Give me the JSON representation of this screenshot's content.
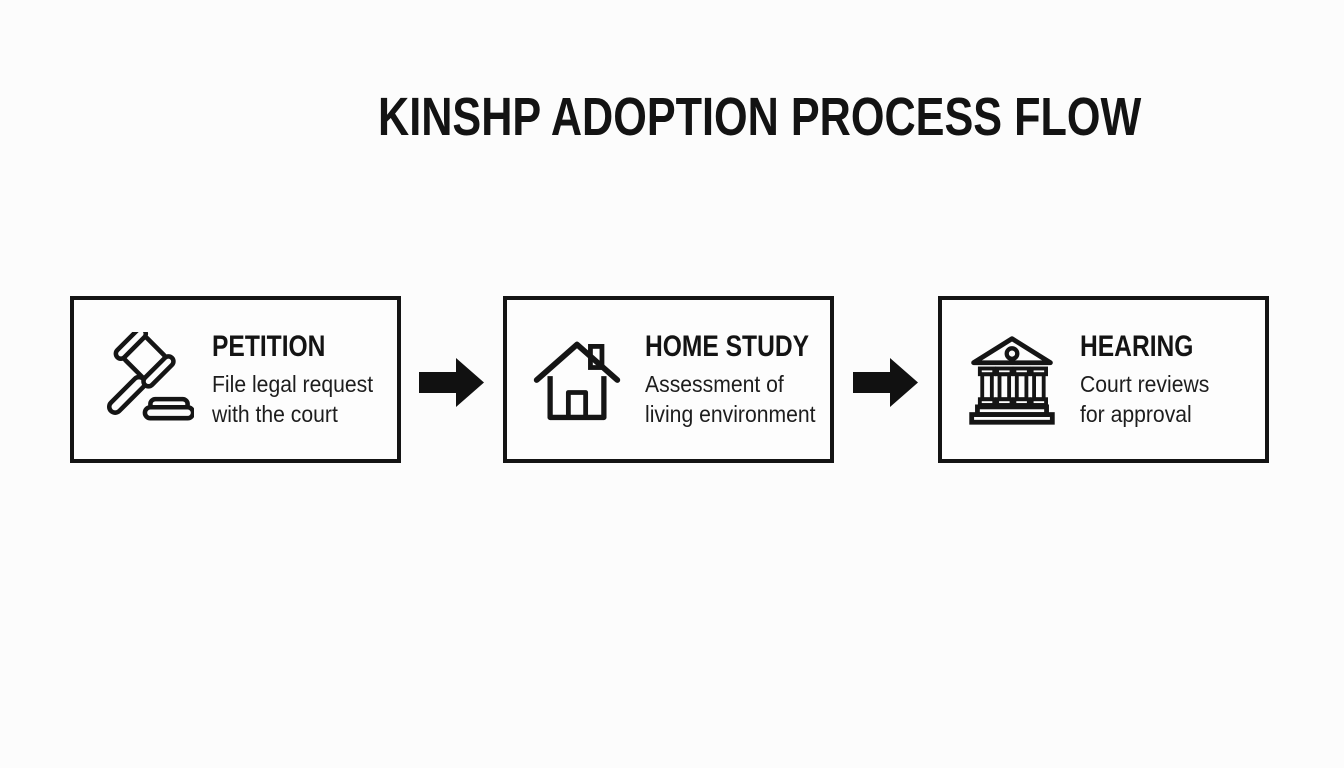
{
  "title": "KINSHP ADOPTION PROCESS FLOW",
  "colors": {
    "background": "#fcfcfc",
    "ink": "#141414",
    "box_border": "#141414",
    "arrow_fill": "#111111"
  },
  "steps": [
    {
      "heading": "PETITION",
      "description_line1": "File legal request",
      "description_line2": "with the court",
      "icon": "gavel-icon"
    },
    {
      "heading": "HOME STUDY",
      "description_line1": "Assessment of",
      "description_line2": "living environment",
      "icon": "house-icon"
    },
    {
      "heading": "HEARING",
      "description_line1": "Court reviews",
      "description_line2": "for approval",
      "icon": "courthouse-icon"
    }
  ],
  "connectors": [
    "arrow-right",
    "arrow-right"
  ]
}
